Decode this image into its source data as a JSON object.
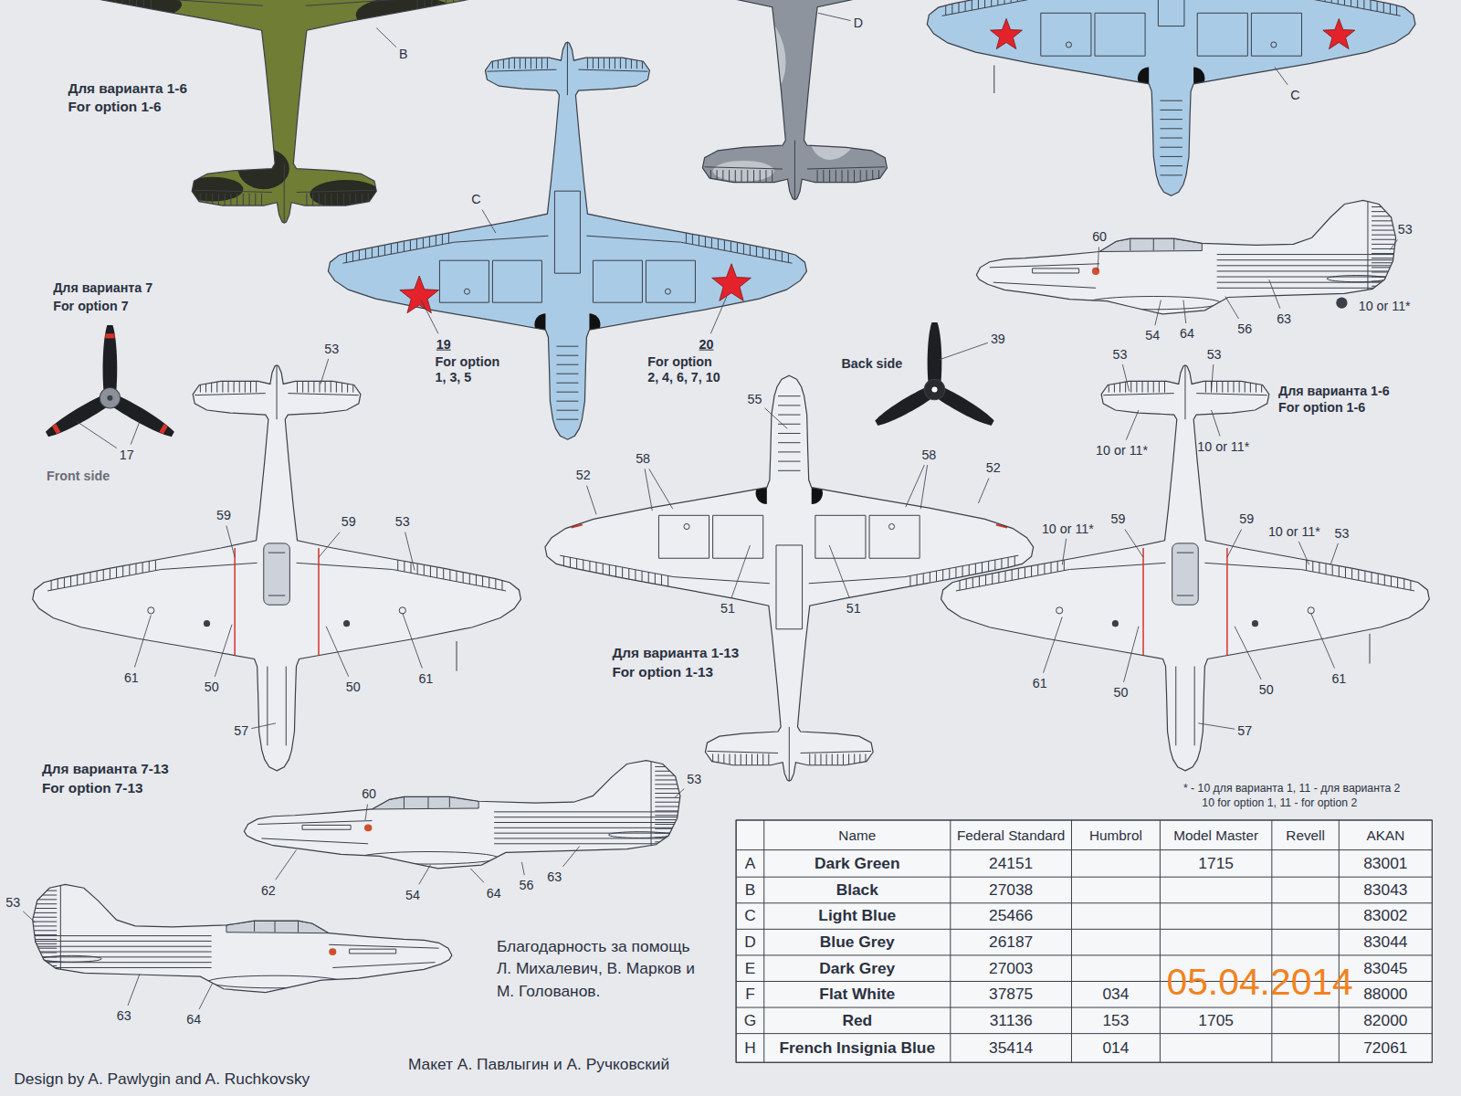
{
  "diagram": {
    "labels": [
      "Для варианта 1-6",
      "For option 1-6",
      "B",
      "D",
      "C",
      "C",
      "19",
      "For option",
      "1, 3, 5",
      "20",
      "For option",
      "2, 4, 6, 7, 10",
      "Для варианта 7",
      "For option 7",
      "17",
      "Front side",
      "60",
      "53",
      "10 or 11*",
      "54",
      "64",
      "56",
      "63",
      "39",
      "Back side",
      "53",
      "59",
      "59",
      "53",
      "61",
      "50",
      "50",
      "61",
      "57",
      "55",
      "58",
      "58",
      "52",
      "52",
      "51",
      "51",
      "Для варианта 1-13",
      "For option 1-13",
      "53",
      "53",
      "Для варианта 1-6",
      "For option 1-6",
      "10 or 11*",
      "10 or 11*",
      "10 or 11*",
      "59",
      "59",
      "10 or 11*",
      "53",
      "61",
      "50",
      "50",
      "61",
      "57",
      "* - 10 для варианта 1, 11 - для варианта 2",
      "10 for option 1, 11 - for option 2",
      "Для варианта 7-13",
      "For option 7-13",
      "60",
      "53",
      "62",
      "54",
      "64",
      "56",
      "63",
      "53",
      "63",
      "64",
      "Благодарность за помощь Л. Михалевич, В. Марков и М. Голованов.",
      "Design by A. Pawlygin and A. Ruchkovsky",
      "Макет А. Павлыгин и А. Ручковский",
      "Name",
      "Federal Standard",
      "Humbrol",
      "Model Master",
      "Revell",
      "AKAN",
      "A",
      "Dark Green",
      "24151",
      "1715",
      "83001",
      "B",
      "Black",
      "27038",
      "83043",
      "C",
      "Light Blue",
      "25466",
      "83002",
      "D",
      "Blue Grey",
      "26187",
      "83044",
      "E",
      "Dark Grey",
      "27003",
      "83045",
      "F",
      "Flat White",
      "37875",
      "034",
      "88000",
      "G",
      "Red",
      "31136",
      "153",
      "1705",
      "82000",
      "H",
      "French Insignia Blue",
      "35414",
      "014",
      "72061",
      "05.04.2014"
    ]
  }
}
